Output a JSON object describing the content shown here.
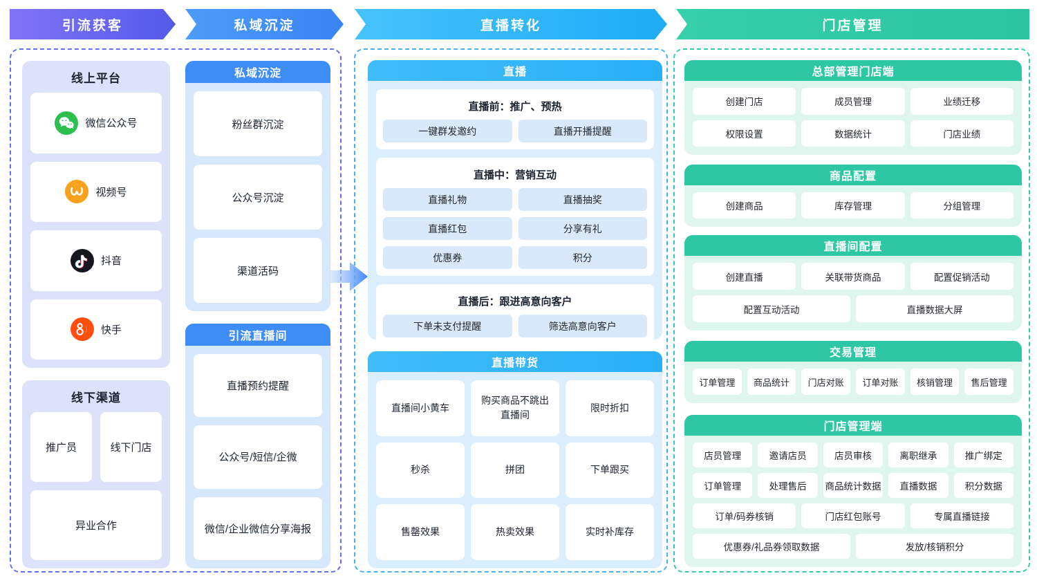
{
  "flow_headers": [
    {
      "label": "引流获客"
    },
    {
      "label": "私域沉淀"
    },
    {
      "label": "直播转化"
    },
    {
      "label": "门店管理"
    }
  ],
  "acquisition": {
    "online": {
      "title": "线上平台",
      "items": [
        {
          "label": "微信公众号",
          "icon": "wechat-icon"
        },
        {
          "label": "视频号",
          "icon": "channels-icon"
        },
        {
          "label": "抖音",
          "icon": "douyin-icon"
        },
        {
          "label": "快手",
          "icon": "kuaishou-icon"
        }
      ]
    },
    "offline": {
      "title": "线下渠道",
      "items": [
        {
          "label": "推广员"
        },
        {
          "label": "线下门店"
        },
        {
          "label": "异业合作"
        }
      ]
    }
  },
  "private_domain": {
    "retention": {
      "title": "私域沉淀",
      "items": [
        "粉丝群沉淀",
        "公众号沉淀",
        "渠道活码"
      ]
    },
    "live_room_traffic": {
      "title": "引流直播间",
      "items": [
        "直播预约提醒",
        "公众号/短信/企微",
        "微信/企业微信分享海报"
      ]
    }
  },
  "live_conversion": {
    "live": {
      "title": "直播",
      "phases": [
        {
          "title": "直播前：推广、预热",
          "buttons": [
            "一键群发邀约",
            "直播开播提醒"
          ]
        },
        {
          "title": "直播中：营销互动",
          "buttons": [
            "直播礼物",
            "直播抽奖",
            "直播红包",
            "分享有礼",
            "优惠券",
            "积分"
          ]
        },
        {
          "title": "直播后：跟进高意向客户",
          "buttons": [
            "下单未支付提醒",
            "筛选高意向客户"
          ]
        }
      ]
    },
    "selling": {
      "title": "直播带货",
      "cells": [
        "直播间小黄车",
        "购买商品不跳出直播间",
        "限时折扣",
        "秒杀",
        "拼团",
        "下单跟买",
        "售罄效果",
        "热卖效果",
        "实时补库存"
      ]
    }
  },
  "store_management": {
    "sections": [
      {
        "title": "总部管理门店端",
        "rows": [
          [
            "创建门店",
            "成员管理",
            "业绩迁移"
          ],
          [
            "权限设置",
            "数据统计",
            "门店业绩"
          ]
        ]
      },
      {
        "title": "商品配置",
        "rows": [
          [
            "创建商品",
            "库存管理",
            "分组管理"
          ]
        ]
      },
      {
        "title": "直播间配置",
        "rows": [
          [
            "创建直播",
            "关联带货商品",
            "配置促销活动"
          ],
          [
            "配置互动活动",
            "直播数据大屏"
          ]
        ]
      },
      {
        "title": "交易管理",
        "rows": [
          [
            "订单管理",
            "商品统计",
            "门店对账",
            "订单对账",
            "核销管理",
            "售后管理"
          ]
        ]
      },
      {
        "title": "门店管理端",
        "rows": [
          [
            "店员管理",
            "邀请店员",
            "店员审核",
            "离职继承",
            "推广绑定"
          ],
          [
            "订单管理",
            "处理售后",
            "商品统计数据",
            "直播数据",
            "积分数据"
          ],
          [
            "订单/码券核销",
            "门店红包账号",
            "专属直播链接"
          ],
          [
            "优惠券/礼品券领取数据",
            "发放/核销积分"
          ]
        ]
      }
    ]
  },
  "colors": {
    "step1_purple": "#5A5CE9",
    "step2_blue": "#3E8CF6",
    "step3_sky": "#2FB6F8",
    "step4_teal": "#2EC7A4",
    "wechat_green": "#2CBF4E",
    "channels_orange": "#F9A11B",
    "douyin_black": "#16161E",
    "kuaishou_red": "#FF4E0E"
  }
}
